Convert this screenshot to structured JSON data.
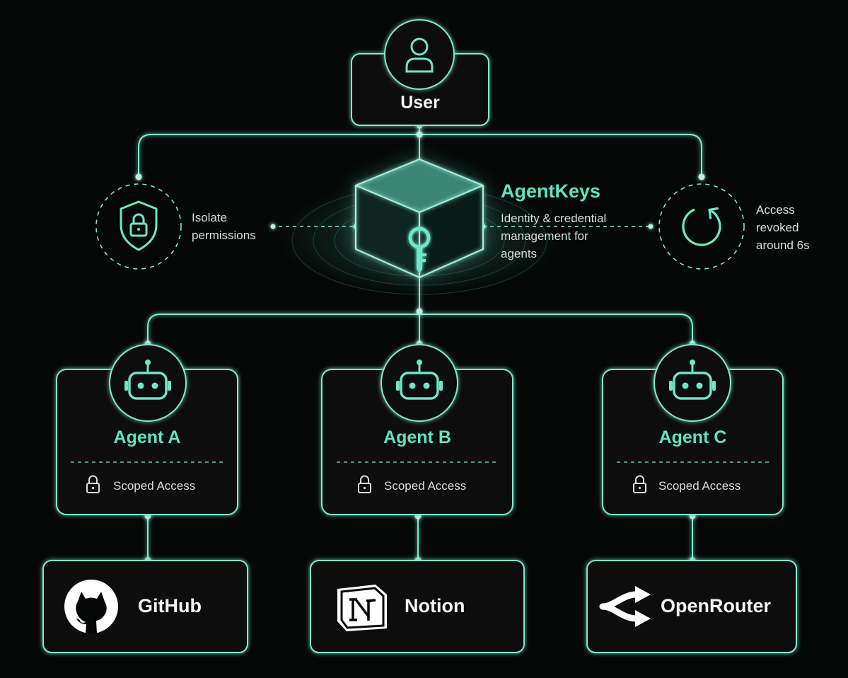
{
  "colors": {
    "background": "#050807",
    "accent": "#5fe3c1",
    "line": "#7ee9cd",
    "cube_top": "#3c8575",
    "cube_left": "#0e2621",
    "cube_right": "#0a1c18"
  },
  "user": {
    "label": "User",
    "icon": "person-icon"
  },
  "center": {
    "title": "AgentKeys",
    "description_lines": [
      "Identity & credential",
      "management for",
      "agents"
    ],
    "icon": "key-icon"
  },
  "left_feature": {
    "lines": [
      "Isolate",
      "permissions"
    ],
    "icon": "shield-lock-icon"
  },
  "right_feature": {
    "lines": [
      "Access",
      "revoked",
      "around 6s"
    ],
    "icon": "refresh-icon"
  },
  "agents": [
    {
      "name": "Agent A",
      "access_label": "Scoped Access",
      "icon": "robot-icon"
    },
    {
      "name": "Agent B",
      "access_label": "Scoped Access",
      "icon": "robot-icon"
    },
    {
      "name": "Agent C",
      "access_label": "Scoped Access",
      "icon": "robot-icon"
    }
  ],
  "services": [
    {
      "name": "GitHub",
      "icon": "github-logo-icon"
    },
    {
      "name": "Notion",
      "icon": "notion-logo-icon"
    },
    {
      "name": "OpenRouter",
      "icon": "openrouter-logo-icon"
    }
  ]
}
